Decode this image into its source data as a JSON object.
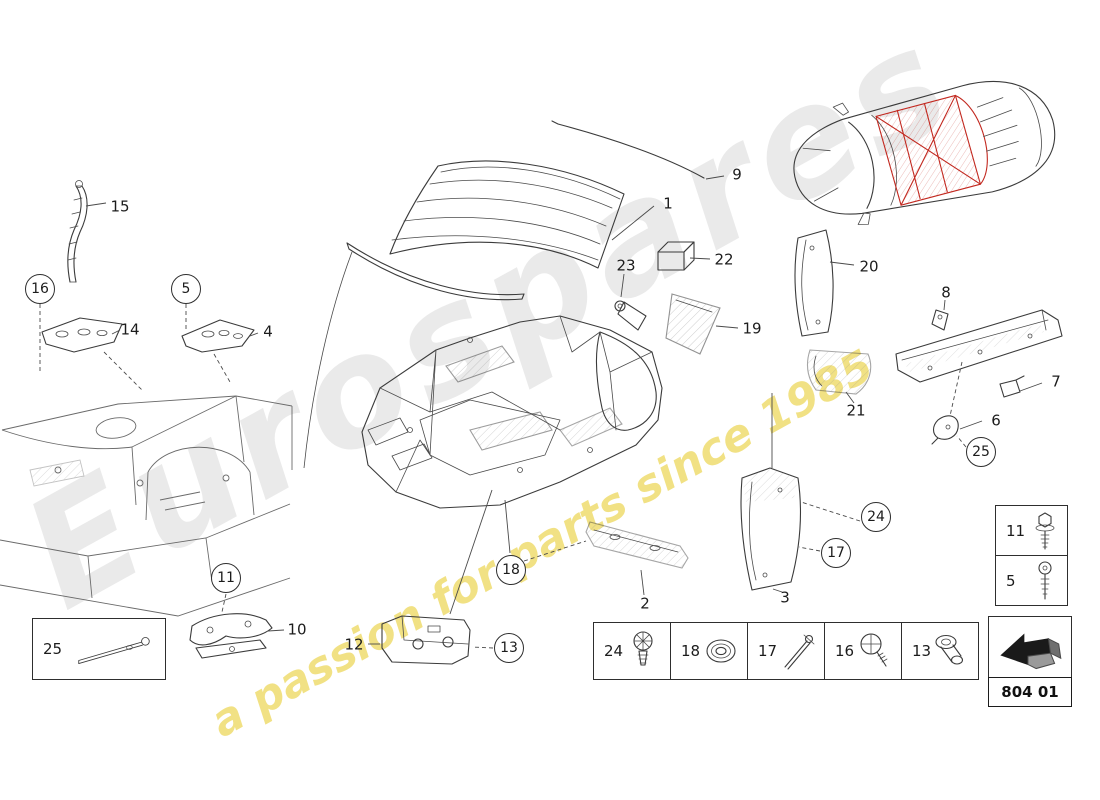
{
  "watermark": {
    "brand": "Eurospares",
    "tagline": "a passion for parts since 1985"
  },
  "part_code": "804 01",
  "callouts": {
    "p1": "1",
    "p2": "2",
    "p3": "3",
    "p4": "4",
    "p6": "6",
    "p7": "7",
    "p8": "8",
    "p9": "9",
    "p10": "10",
    "p12": "12",
    "p14": "14",
    "p15": "15",
    "p19": "19",
    "p20": "20",
    "p21": "21",
    "p22": "22",
    "p23": "23",
    "c5": "5",
    "c11": "11",
    "c13": "13",
    "c16": "16",
    "c17": "17",
    "c18": "18",
    "c24": "24",
    "c25": "25"
  },
  "legend": {
    "left_box": {
      "num": "25",
      "icon": "blind-rivet-icon"
    },
    "bottom_row": [
      {
        "num": "24",
        "icon": "expanding-nut-icon"
      },
      {
        "num": "18",
        "icon": "grommet-icon"
      },
      {
        "num": "17",
        "icon": "rivet-icon"
      },
      {
        "num": "16",
        "icon": "screw-washer-icon"
      },
      {
        "num": "13",
        "icon": "flanged-sleeve-icon"
      }
    ],
    "side_column": [
      {
        "num": "11",
        "icon": "hex-screw-icon"
      },
      {
        "num": "5",
        "icon": "pan-head-screw-icon"
      }
    ]
  },
  "colors": {
    "line": "#3b3b3b",
    "highlight_red": "#c2281f",
    "watermark_gray": "#969696",
    "watermark_yellow": "#e8cd32"
  }
}
